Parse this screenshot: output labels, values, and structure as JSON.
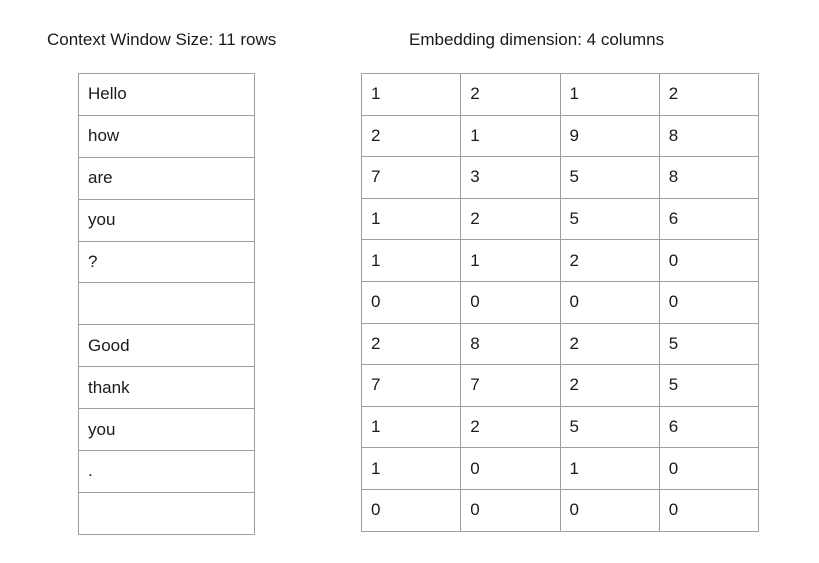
{
  "tokens_panel": {
    "title": "Context Window Size: 11 rows",
    "tokens": [
      "Hello",
      "how",
      "are",
      "you",
      "?",
      "",
      "Good",
      "thank",
      "you",
      ".",
      ""
    ]
  },
  "embedding_panel": {
    "title": "Embedding dimension: 4 columns",
    "rows": [
      [
        1,
        2,
        1,
        2
      ],
      [
        2,
        1,
        9,
        8
      ],
      [
        7,
        3,
        5,
        8
      ],
      [
        1,
        2,
        5,
        6
      ],
      [
        1,
        1,
        2,
        0
      ],
      [
        0,
        0,
        0,
        0
      ],
      [
        2,
        8,
        2,
        5
      ],
      [
        7,
        7,
        2,
        5
      ],
      [
        1,
        2,
        5,
        6
      ],
      [
        1,
        0,
        1,
        0
      ],
      [
        0,
        0,
        0,
        0
      ]
    ]
  },
  "colors": {
    "border": "#9e9e9e",
    "text": "#1a1a1a",
    "background": "#ffffff"
  }
}
